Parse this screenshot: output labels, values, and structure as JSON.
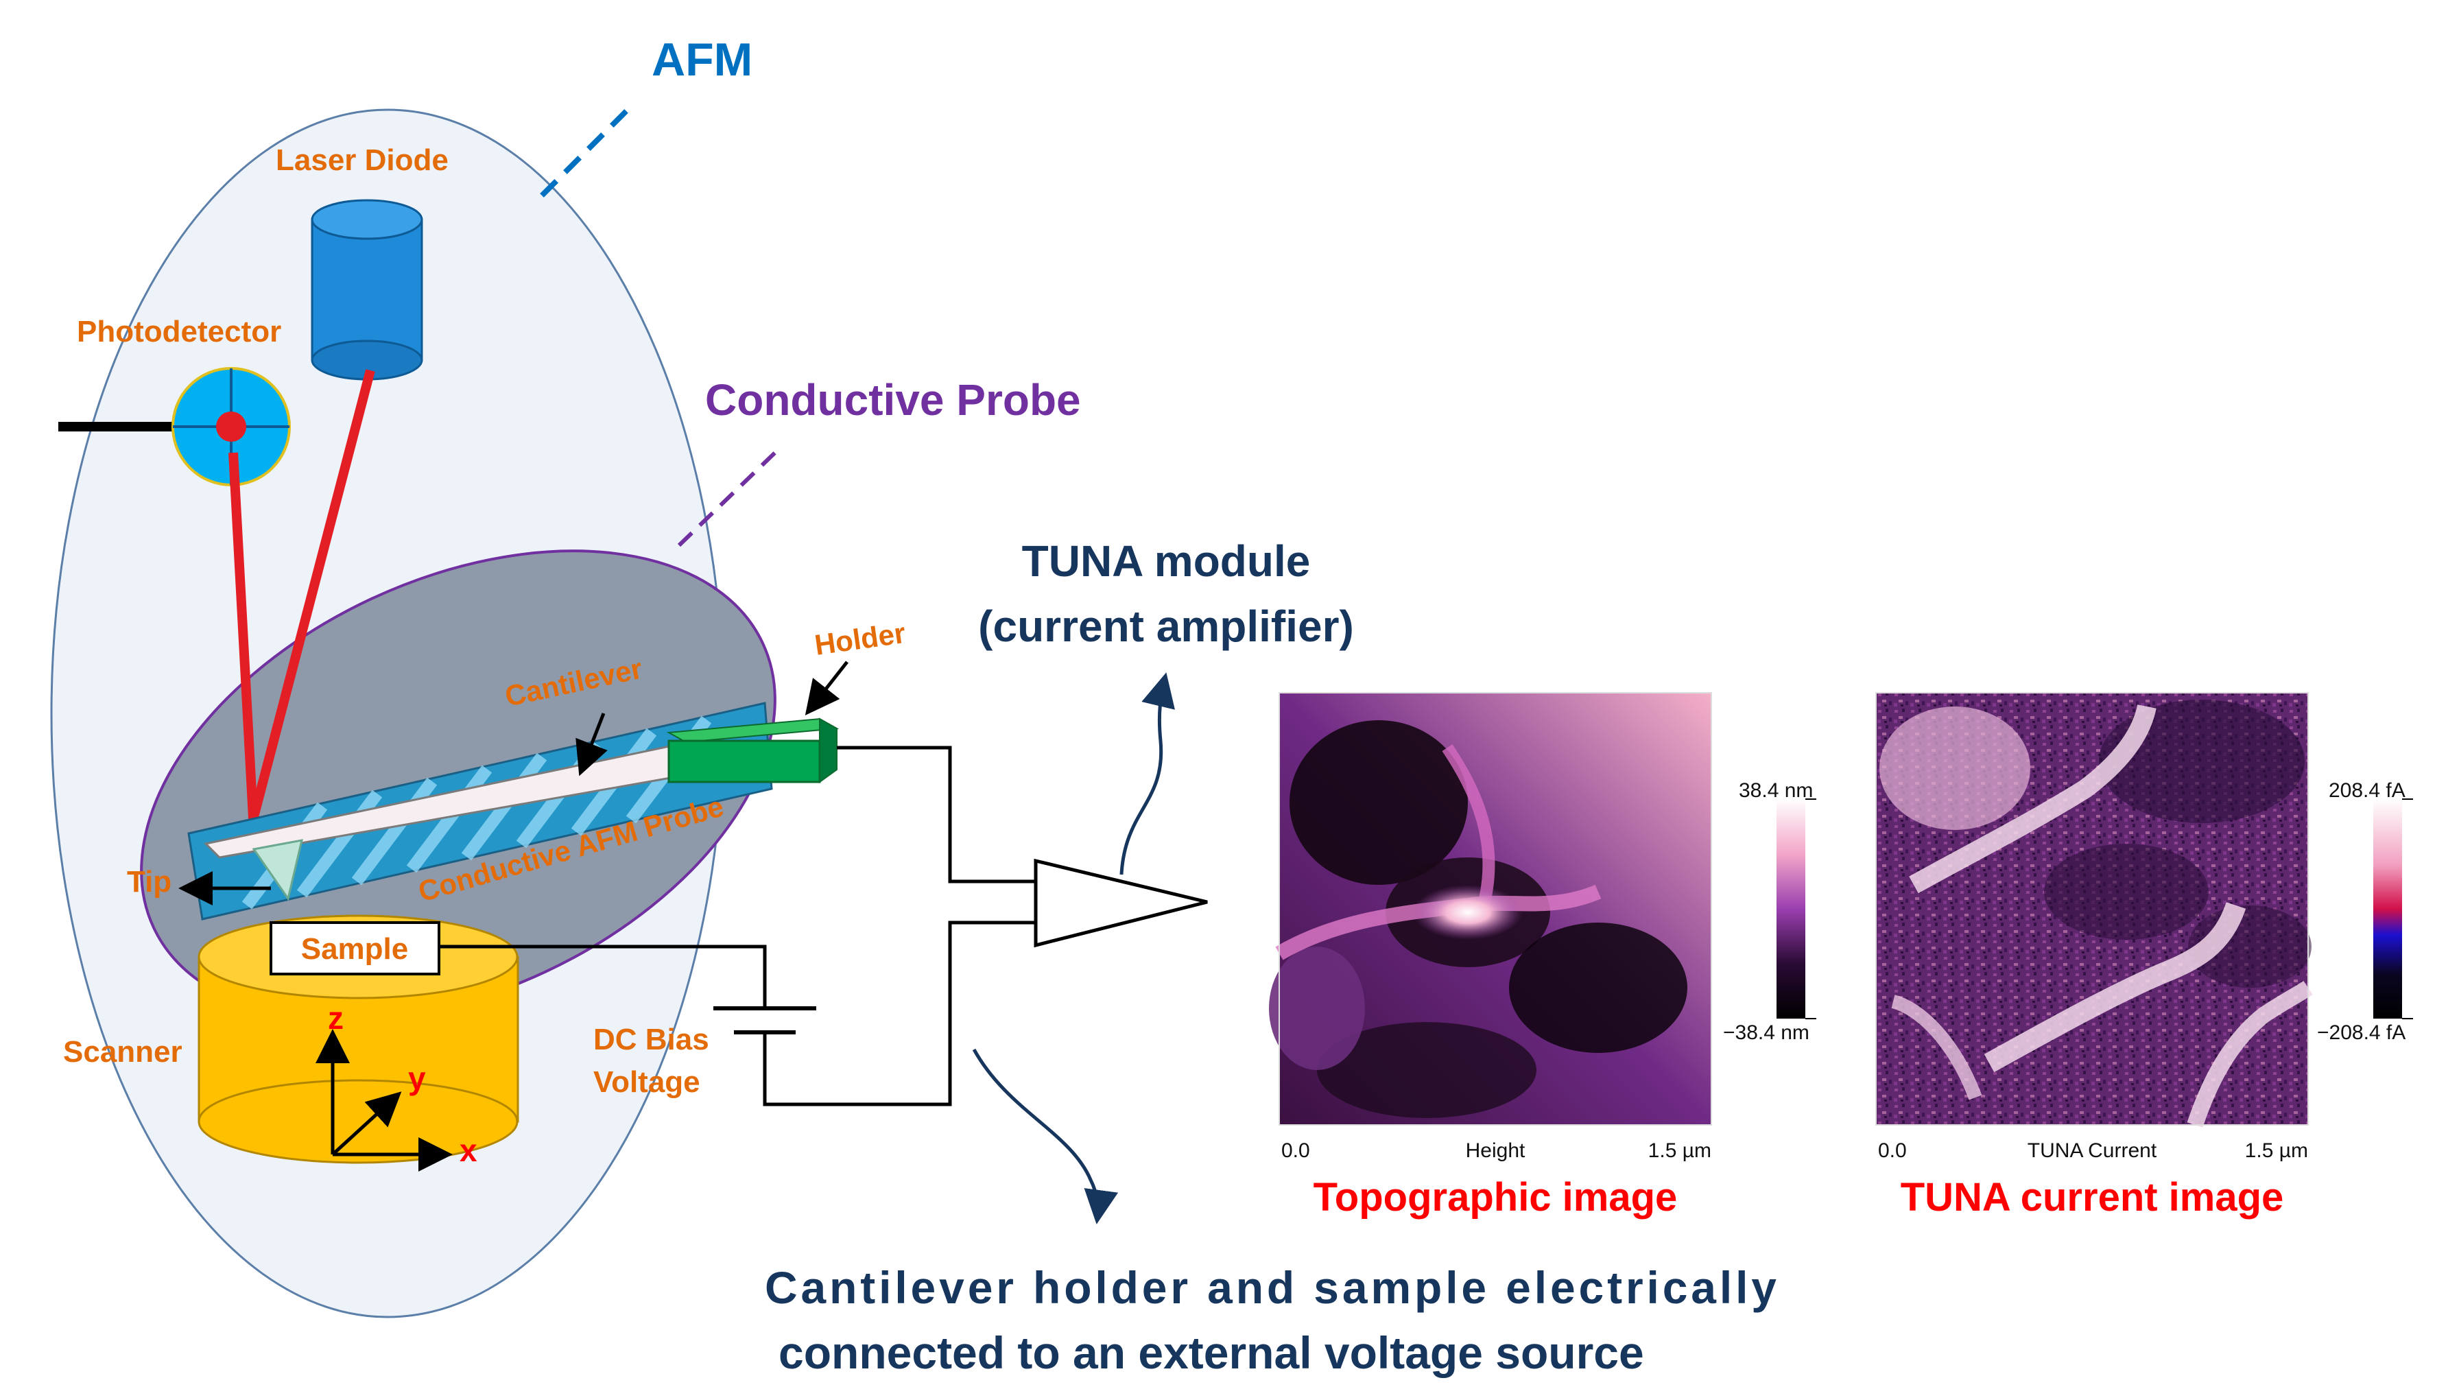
{
  "labels": {
    "afm": "AFM",
    "laser_diode": "Laser Diode",
    "photodetector": "Photodetector",
    "conductive_probe": "Conductive Probe",
    "holder": "Holder",
    "cantilever": "Cantilever",
    "conductive_afm_probe": "Conductive AFM Probe",
    "tip": "Tip",
    "sample": "Sample",
    "scanner": "Scanner",
    "axis_z": "z",
    "axis_y": "y",
    "axis_x": "x",
    "dc_bias_line1": "DC Bias",
    "dc_bias_line2": "Voltage",
    "tuna_module_line1": "TUNA module",
    "tuna_module_line2": "(current amplifier)",
    "bottom_caption_line1": "Cantilever holder and sample electrically",
    "bottom_caption_line2": "connected to an external voltage source"
  },
  "topographic": {
    "scale_max": "38.4 nm",
    "scale_min": "−38.4 nm",
    "axis_start": "0.0",
    "axis_name": "Height",
    "axis_end": "1.5 µm",
    "caption": "Topographic image"
  },
  "tuna_current": {
    "scale_max": "208.4 fA",
    "scale_min": "−208.4 fA",
    "axis_start": "0.0",
    "axis_name": "TUNA Current",
    "axis_end": "1.5 µm",
    "caption": "TUNA current image"
  },
  "colors": {
    "afm_blue": "#0070c0",
    "label_orange": "#e36c09",
    "probe_purple": "#7030a0",
    "navy_text": "#17365d",
    "caption_red": "#ff0000",
    "laser_red": "#e31e24",
    "scanner_yellow": "#ffc000",
    "holder_green": "#00a651"
  }
}
